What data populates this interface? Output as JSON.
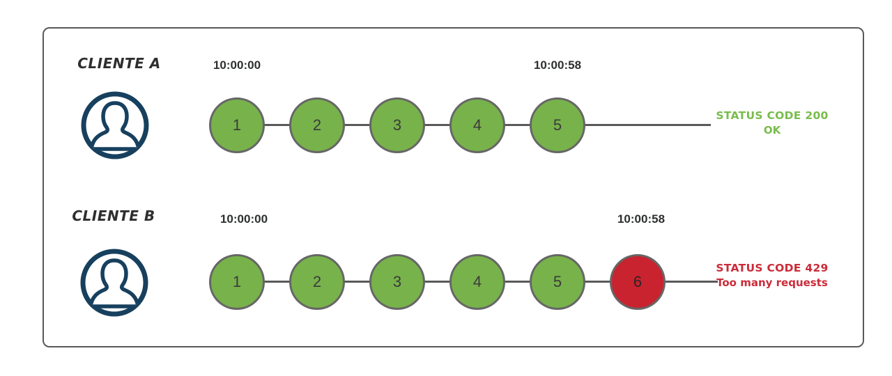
{
  "diagram_title": "rate-limiting-clients-diagram",
  "colors": {
    "request_ok_fill": "#78b24b",
    "request_error_fill": "#c8232f",
    "circle_border": "#666666",
    "line": "#595959",
    "avatar_navy": "#17405e",
    "status_success_text": "#79bc4c",
    "status_error_text": "#cb2b39",
    "heading_text": "#2e2e2e"
  },
  "icons": {
    "avatar": "user-avatar-icon"
  },
  "rows": [
    {
      "client": "CLIENTE A",
      "start_time": "10:00:00",
      "end_time": "10:00:58",
      "requests": [
        {
          "n": "1",
          "state": "ok"
        },
        {
          "n": "2",
          "state": "ok"
        },
        {
          "n": "3",
          "state": "ok"
        },
        {
          "n": "4",
          "state": "ok"
        },
        {
          "n": "5",
          "state": "ok"
        }
      ],
      "status": {
        "line1": "STATUS CODE 200",
        "line2": "OK",
        "type": "success"
      }
    },
    {
      "client": "CLIENTE B",
      "start_time": "10:00:00",
      "end_time": "10:00:58",
      "requests": [
        {
          "n": "1",
          "state": "ok"
        },
        {
          "n": "2",
          "state": "ok"
        },
        {
          "n": "3",
          "state": "ok"
        },
        {
          "n": "4",
          "state": "ok"
        },
        {
          "n": "5",
          "state": "ok"
        },
        {
          "n": "6",
          "state": "error"
        }
      ],
      "status": {
        "line1": "STATUS CODE 429",
        "line2": "Too many requests",
        "type": "error"
      }
    }
  ]
}
